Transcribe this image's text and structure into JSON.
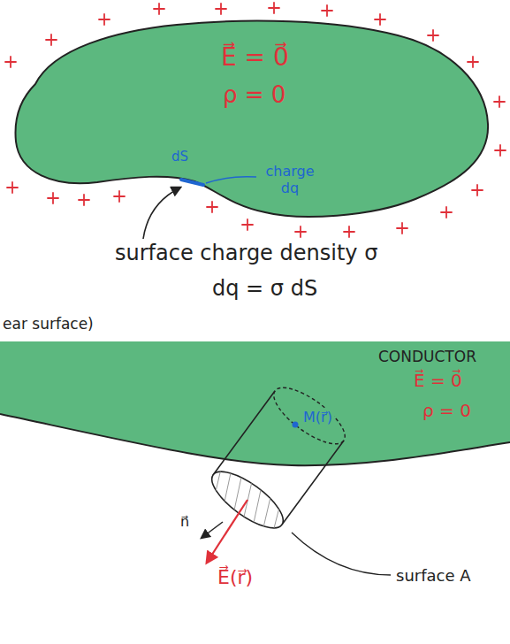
{
  "diagram": {
    "labels": [
      "E⃗ = 0⃗",
      "ρ = 0",
      "dS",
      "charge dq",
      "surface charge density σ",
      "dq = σ dS",
      "CONDUCTOR",
      "E⃗ = 0⃗",
      "ρ = 0",
      "M(r⃗)",
      "n⃗",
      "E⃗(r⃗)",
      "surface A",
      "ear surface)"
    ]
  }
}
